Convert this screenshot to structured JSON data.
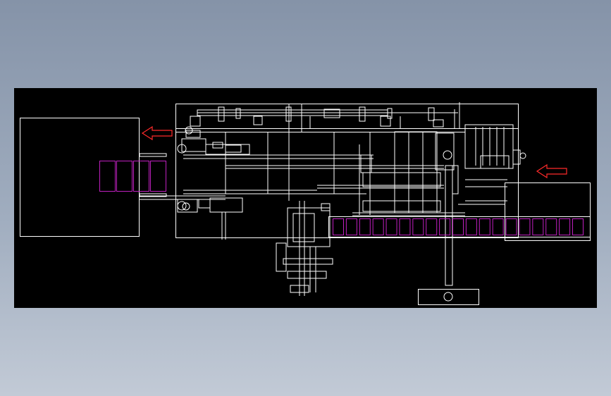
{
  "canvas": {
    "background": "#000000",
    "line_color": "#ffffff",
    "product_color": "#c020c0",
    "arrow_color": "#ff2a2a"
  },
  "diagram": {
    "type": "cad-machine-layout",
    "product_rows": [
      {
        "name": "outfeed-carton-slots",
        "count": 4
      },
      {
        "name": "infeed-conveyor-boxes",
        "count": 19
      }
    ],
    "flow_arrows": [
      {
        "name": "outfeed-flow-arrow",
        "direction": "left"
      },
      {
        "name": "infeed-flow-arrow",
        "direction": "left"
      }
    ]
  }
}
